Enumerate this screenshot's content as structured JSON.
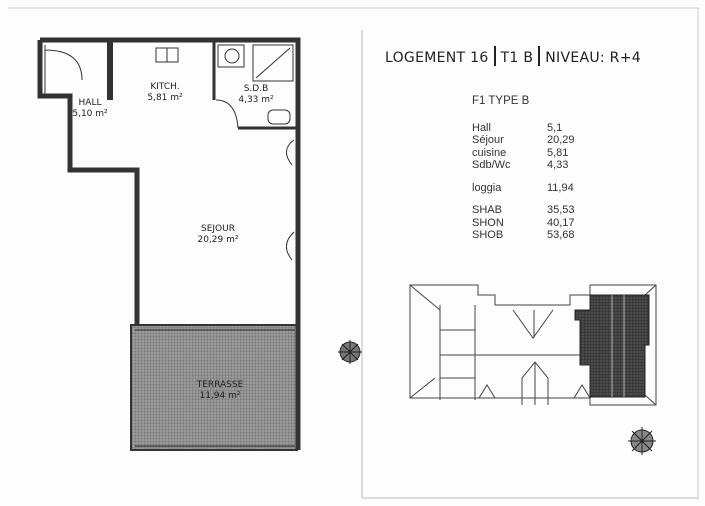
{
  "header": {
    "logement": "LOGEMENT 16",
    "type": "T1 B",
    "niveau": "NIVEAU: R+4"
  },
  "surfaces": {
    "heading": "F1  TYPE B",
    "rooms": [
      {
        "name": "Hall",
        "value": "5,1"
      },
      {
        "name": "Séjour",
        "value": "20,29"
      },
      {
        "name": "cuisine",
        "value": "5,81"
      },
      {
        "name": "Sdb/Wc",
        "value": "4,33"
      }
    ],
    "loggia": {
      "name": "loggia",
      "value": "11,94"
    },
    "totals": [
      {
        "name": "SHAB",
        "value": "35,53"
      },
      {
        "name": "SHON",
        "value": "40,17"
      },
      {
        "name": "SHOB",
        "value": "53,68"
      }
    ]
  },
  "plan": {
    "hall": {
      "name": "HALL",
      "area": "5,10 m²"
    },
    "kitchen": {
      "name": "KITCH.",
      "area": "5,81 m²"
    },
    "sdb": {
      "name": "S.D.B",
      "area": "4,33 m²"
    },
    "sejour": {
      "name": "SEJOUR",
      "area": "20,29 m²"
    },
    "terrasse": {
      "name": "TERRASSE",
      "area": "11,94 m²"
    }
  },
  "colors": {
    "wall": "#333333",
    "terrace": "#8a8a8a",
    "highlight": "#333333"
  }
}
